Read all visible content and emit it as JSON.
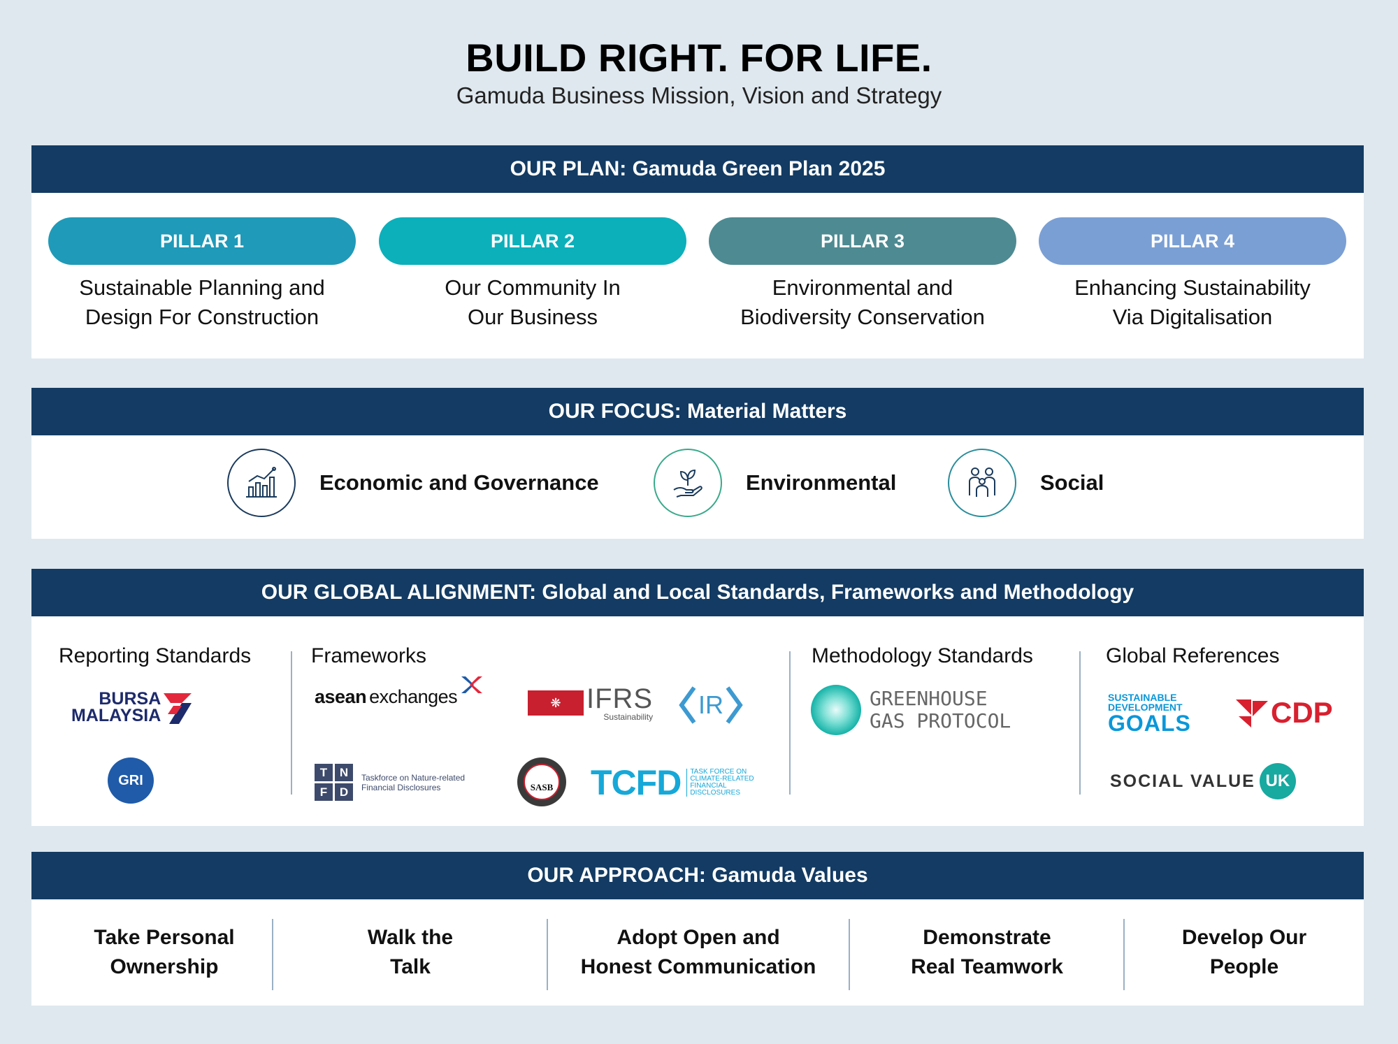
{
  "header": {
    "title": "BUILD RIGHT. FOR LIFE.",
    "subtitle": "Gamuda Business Mission, Vision and Strategy"
  },
  "plan": {
    "heading": "OUR PLAN: Gamuda Green Plan 2025",
    "pillars": [
      {
        "label": "PILLAR 1",
        "line1": "Sustainable Planning and",
        "line2": "Design For Construction",
        "color": "#1f9ab8"
      },
      {
        "label": "PILLAR 2",
        "line1": "Our Community In",
        "line2": "Our Business",
        "color": "#0bb0bb"
      },
      {
        "label": "PILLAR 3",
        "line1": "Environmental and",
        "line2": "Biodiversity Conservation",
        "color": "#4e8a92"
      },
      {
        "label": "PILLAR 4",
        "line1": "Enhancing Sustainability",
        "line2": "Via Digitalisation",
        "color": "#7a9fd4"
      }
    ]
  },
  "focus": {
    "heading": "OUR FOCUS: Material Matters",
    "items": [
      {
        "label": "Economic and Governance",
        "icon": "growth-chart-icon"
      },
      {
        "label": "Environmental",
        "icon": "plant-in-hand-icon"
      },
      {
        "label": "Social",
        "icon": "people-group-icon"
      }
    ]
  },
  "alignment": {
    "heading": "OUR GLOBAL ALIGNMENT: Global and Local Standards, Frameworks and Methodology",
    "columns": [
      "Reporting Standards",
      "Frameworks",
      "Methodology Standards",
      "Global References"
    ],
    "logos": {
      "bursa_1": "BURSA",
      "bursa_2": "MALAYSIA",
      "gri": "GRI",
      "asean_1": "asean",
      "asean_2": "exchanges",
      "ifrs": "IFRS",
      "ifrs_sub": "Sustainability",
      "ir": "IR",
      "tnfd_letters": [
        "T",
        "N",
        "F",
        "D"
      ],
      "tnfd_1": "Taskforce on Nature-related",
      "tnfd_2": "Financial Disclosures",
      "sasb": "SASB",
      "tcfd": "TCFD",
      "tcfd_sub": [
        "TASK FORCE ON",
        "CLIMATE-RELATED",
        "FINANCIAL",
        "DISCLOSURES"
      ],
      "ghg_1": "GREENHOUSE",
      "ghg_2": "GAS PROTOCOL",
      "sdg_1": "SUSTAINABLE",
      "sdg_2": "DEVELOPMENT",
      "sdg_3": "GOALS",
      "cdp": "CDP",
      "svuk": "SOCIAL VALUE",
      "svuk_badge": "UK"
    }
  },
  "approach": {
    "heading": "OUR APPROACH: Gamuda Values",
    "values": [
      {
        "line1": "Take Personal",
        "line2": "Ownership"
      },
      {
        "line1": "Walk the",
        "line2": "Talk"
      },
      {
        "line1": "Adopt Open and",
        "line2": "Honest Communication"
      },
      {
        "line1": "Demonstrate",
        "line2": "Real Teamwork"
      },
      {
        "line1": "Develop Our",
        "line2": "People"
      }
    ]
  },
  "colors": {
    "section_bar": "#133b63",
    "background": "#dfe8ef",
    "divider": "#9bb0c4"
  }
}
